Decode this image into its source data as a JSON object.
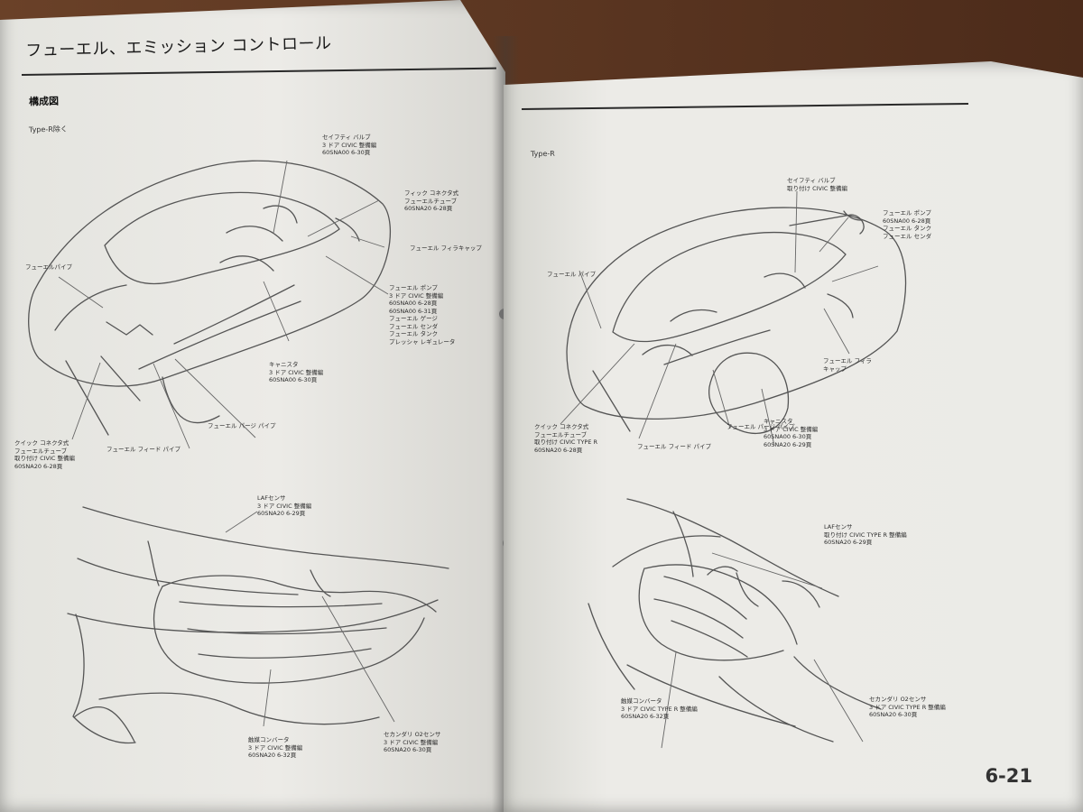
{
  "left_page": {
    "title": "フューエル、エミッション コントロール",
    "section_label": "構成図",
    "type_label": "Type-R除く",
    "labels": {
      "fuel_pipe": "フューエルパイプ",
      "quick_connector": "クイック コネクタ式\nフューエルチューブ\n取り付け CIVIC 整備編\n60SNA20 6-28頁",
      "feed_pipe": "フューエル フィード パイプ",
      "purge_pipe": "フューエル パージ パイプ",
      "canister": "キャニスタ\n3 ドア CIVIC 整備編\n60SNA00 6-30頁",
      "safety_valve": "セイフティ バルブ\n3 ドア CIVIC 整備編\n60SNA00 6-30頁",
      "fill_connector": "フィック コネクタ式\nフューエルチューブ\n60SNA20 6-28頁",
      "fuel_filler_cap": "フューエル フィラキャップ",
      "fuel_pump": "フューエル ポンプ\n3 ドア CIVIC 整備編\n60SNA00 6-28頁\n60SNA00 6-31頁\nフューエル ゲージ\nフューエル センダ\nフューエル タンク\nプレッシャ レギュレータ",
      "laf_sensor": "LAFセンサ\n3 ドア CIVIC 整備編\n60SNA20 6-29頁",
      "catalytic_converter": "触媒コンバータ\n3 ドア CIVIC 整備編\n60SNA20 6-32頁",
      "secondary_sensor": "セカンダリ O2センサ\n3 ドア CIVIC 整備編\n60SNA20 6-30頁"
    }
  },
  "right_page": {
    "type_label": "Type-R",
    "page_number": "6-21",
    "labels": {
      "fuel_pipe": "フューエル パイプ",
      "quick_connector": "クイック コネクタ式\nフューエルチューブ\n取り付け CIVIC TYPE R\n60SNA20 6-28頁",
      "feed_pipe": "フューエル フィード パイプ",
      "purge_pipe": "フューエル パージ パイプ",
      "canister": "キャニスタ\n3 ドア CIVIC 整備編\n60SNA00 6-30頁\n60SNA20 6-29頁",
      "filler_cap": "フューエル フィラ\nキャップ",
      "safety_valve": "セイフティ バルブ\n取り付け CIVIC 整備編",
      "fuel_pump": "フューエル ポンプ\n60SNA00 6-28頁\nフューエル タンク\nフューエル センダ",
      "laf_sensor": "LAFセンサ\n取り付け CIVIC TYPE R 整備編\n60SNA20 6-29頁",
      "catalytic_converter": "触媒コンバータ\n3 ドア CIVIC TYPE R 整備編\n60SNA20 6-32頁",
      "secondary_sensor": "セカンダリ O2センサ\n3 ドア CIVIC TYPE R 整備編\n60SNA20 6-30頁"
    }
  }
}
